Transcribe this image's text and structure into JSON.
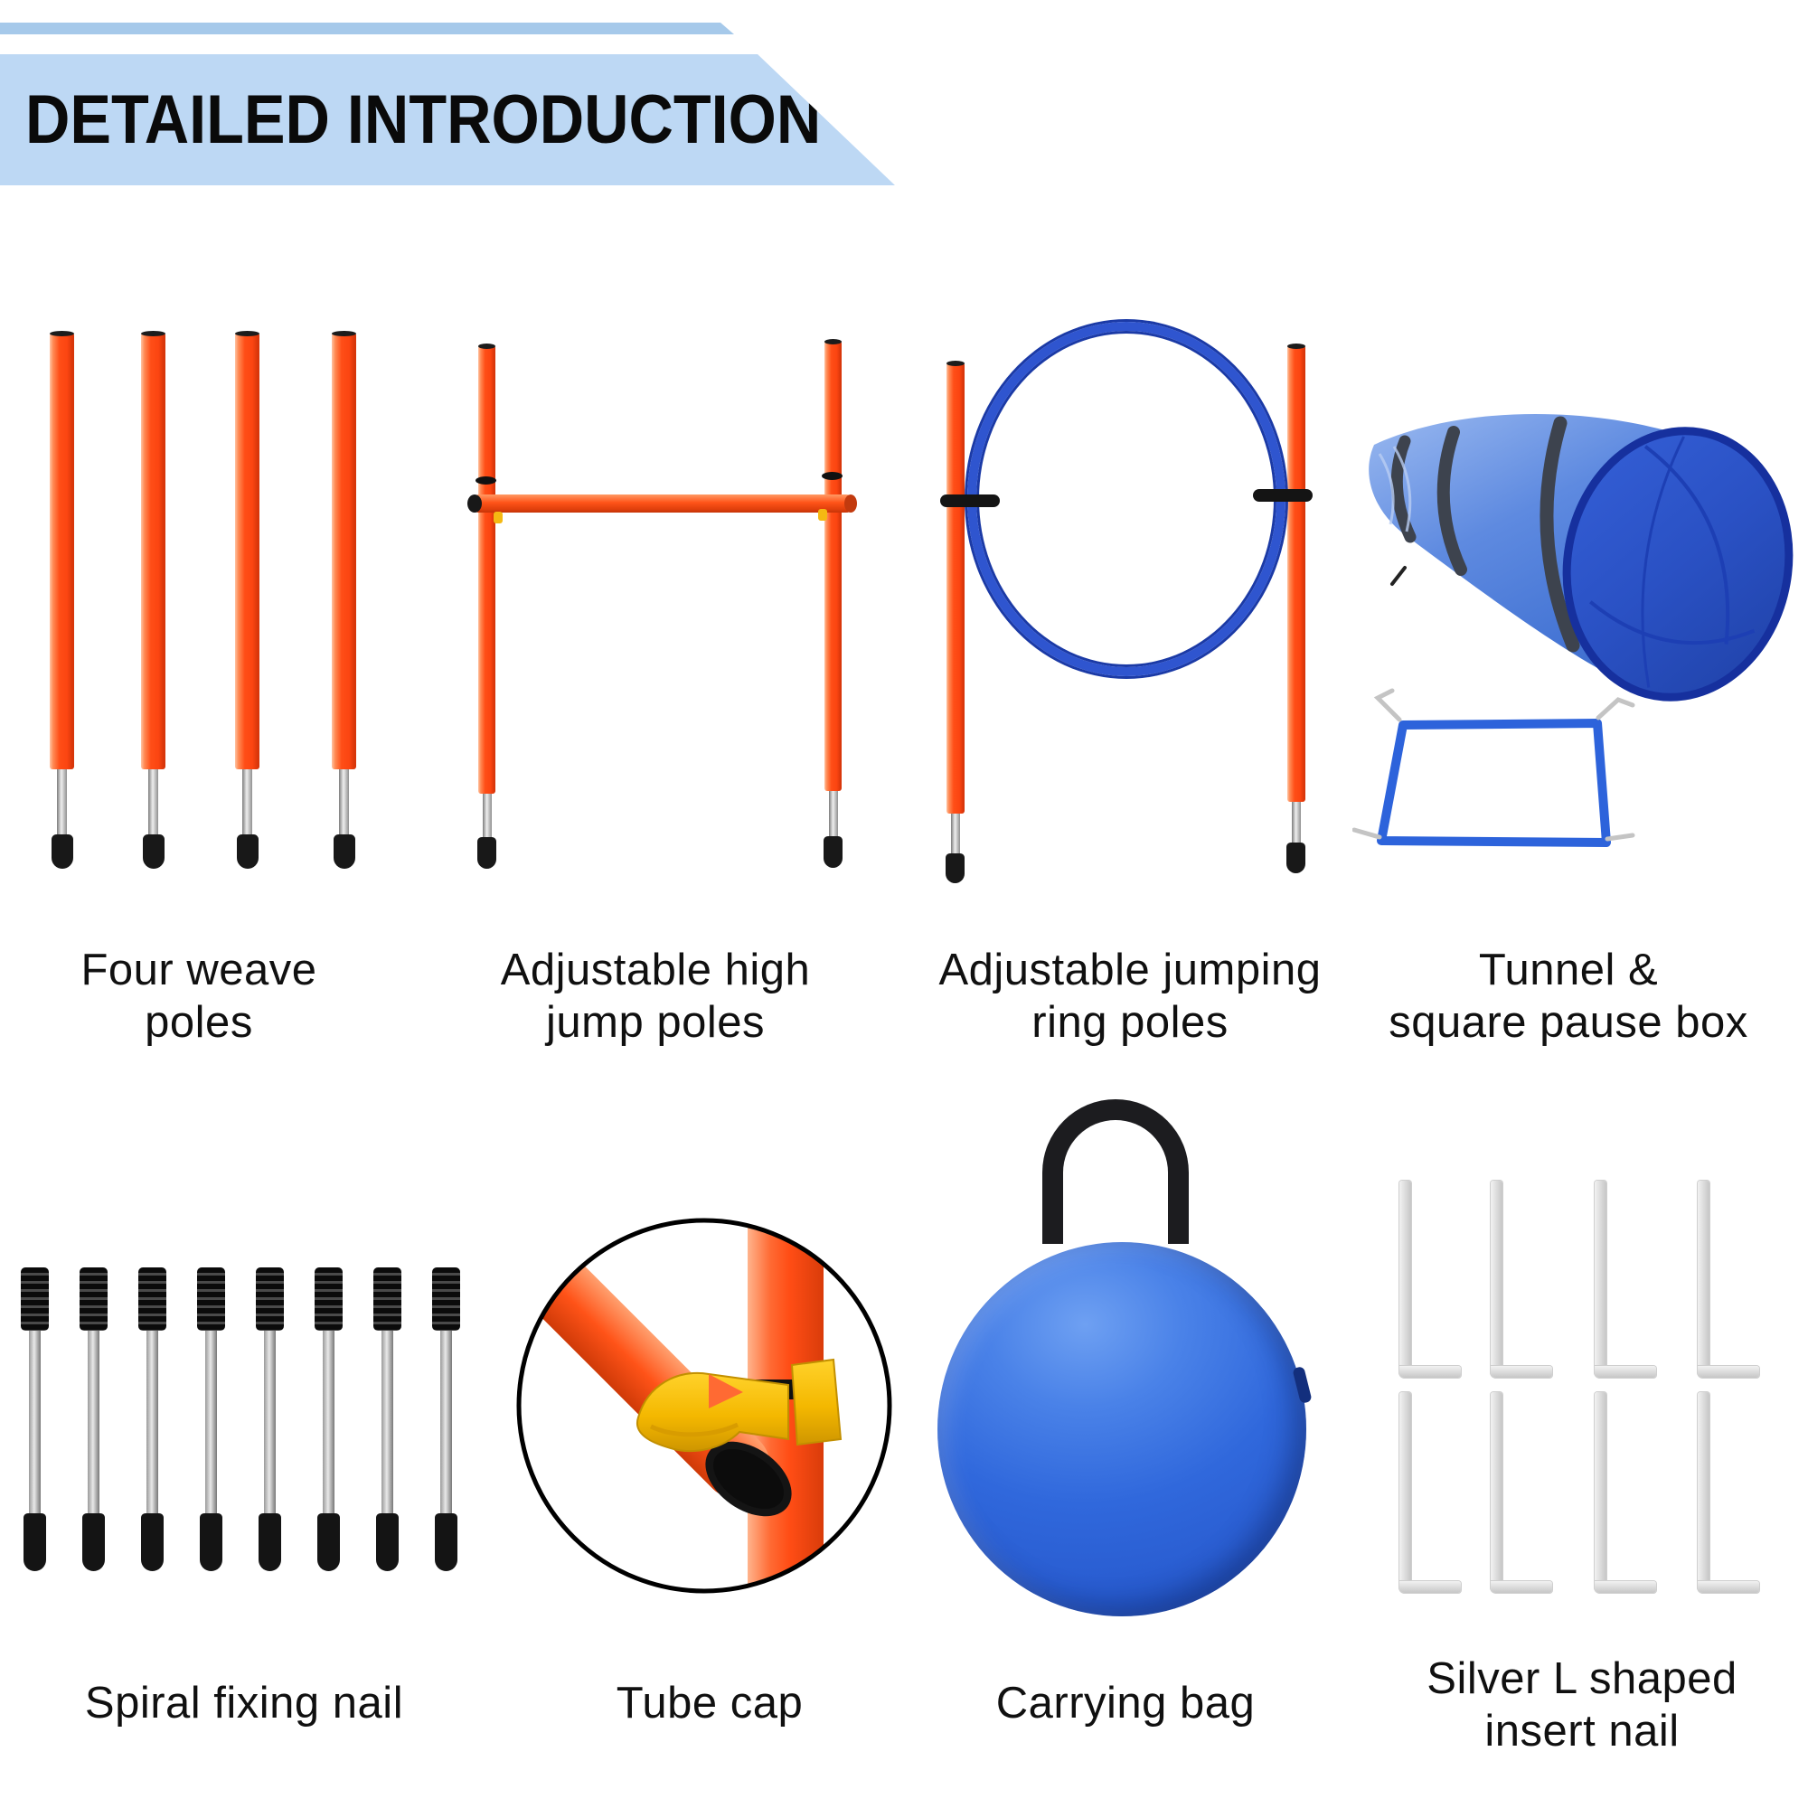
{
  "header": {
    "title": "DETAILED INTRODUCTION"
  },
  "items": [
    {
      "name": "four-weave-poles",
      "line1": "Four weave",
      "line2": "poles",
      "count": 4
    },
    {
      "name": "adjustable-high-jump-poles",
      "line1": "Adjustable high",
      "line2": "jump poles",
      "count": 2
    },
    {
      "name": "adjustable-jumping-ring-poles",
      "line1": "Adjustable jumping",
      "line2": "ring poles",
      "count": 2
    },
    {
      "name": "tunnel-square-pause-box",
      "line1": "Tunnel &",
      "line2": "square pause box",
      "count": 1
    },
    {
      "name": "spiral-fixing-nail",
      "line1": "Spiral fixing nail",
      "count": 8
    },
    {
      "name": "tube-cap",
      "line1": "Tube cap",
      "count": 1
    },
    {
      "name": "carrying-bag",
      "line1": "Carrying bag",
      "count": 1
    },
    {
      "name": "silver-l-shaped-insert-nail",
      "line1": "Silver L shaped",
      "line2": "insert nail",
      "count": 8
    }
  ],
  "colors": {
    "banner_blue": "#bdd8f4",
    "strip_blue": "#a6c9ea",
    "pole_orange": "#ff4e17",
    "ring_blue": "#2f55cf",
    "tunnel_fabric_blue": "#5e8ae0",
    "tunnel_interior_blue": "#2a51c4",
    "pause_box_blue": "#2d63db",
    "bag_blue": "#2e6ade",
    "clamp_yellow": "#f4b800",
    "metal_silver": "#d9d9d9",
    "rubber_black": "#161616"
  }
}
